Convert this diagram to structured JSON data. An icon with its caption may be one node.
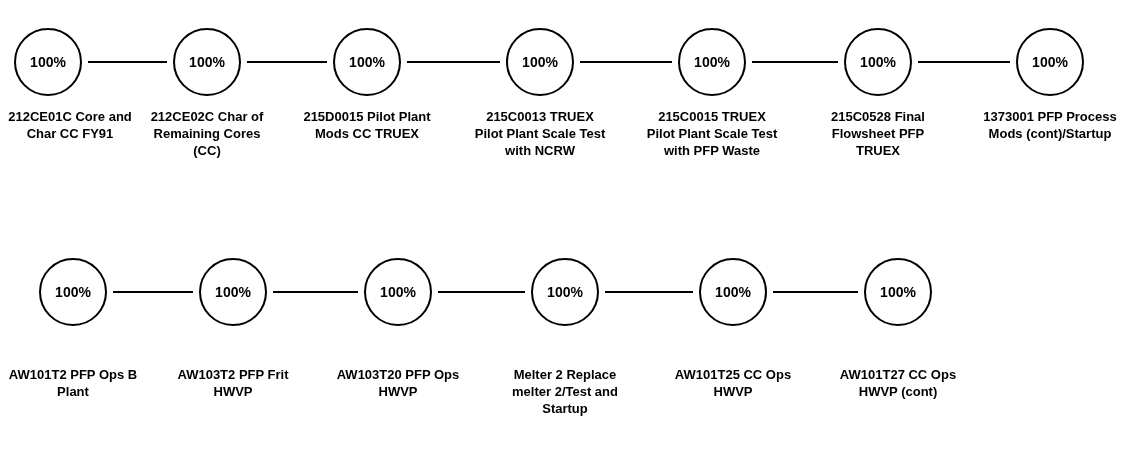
{
  "diagram": {
    "nodes": [
      {
        "text": [
          "100%"
        ],
        "beside": [
          "212CE01C Core and Char CC FY91"
        ]
      },
      {
        "text": [
          "100%"
        ],
        "beside": [
          "212CE02C Char of Remaining Cores (CC)"
        ]
      },
      {
        "text": [
          "100%"
        ],
        "beside": [
          "215D0015 Pilot Plant Mods CC TRUEX"
        ]
      },
      {
        "text": [
          "100%"
        ],
        "beside": [
          "215C0013 TRUEX Pilot Plant Scale Test with NCRW"
        ]
      },
      {
        "text": [
          "100%"
        ],
        "beside": [
          "215C0015 TRUEX Pilot Plant Scale Test with PFP Waste"
        ]
      },
      {
        "text": [
          "100%"
        ],
        "beside": [
          "215C0528 Final Flowsheet PFP TRUEX"
        ]
      },
      {
        "text": [
          "100%"
        ],
        "beside": [
          "1373001 PFP Process Mods (cont)/Startup"
        ]
      },
      {
        "text": [
          "100%"
        ],
        "beside": [
          "AW101T2 PFP Ops B Plant"
        ]
      },
      {
        "text": [
          "100%"
        ],
        "beside": [
          "AW103T2 PFP Frit HWVP"
        ]
      },
      {
        "text": [
          "100%"
        ],
        "beside": [
          "AW103T20 PFP Ops HWVP"
        ]
      },
      {
        "text": [
          "100%"
        ],
        "beside": [
          "Melter 2 Replace melter 2/Test and Startup"
        ]
      },
      {
        "text": [
          "100%"
        ],
        "beside": [
          "AW101T25 CC Ops HWVP"
        ]
      },
      {
        "text": [
          "100%"
        ],
        "beside": [
          "AW101T27 CC Ops HWVP (cont)"
        ]
      }
    ],
    "edges": [
      {
        "from": 0,
        "to": 1,
        "arrow": "none"
      },
      {
        "from": 1,
        "to": 2,
        "arrow": "none"
      },
      {
        "from": 2,
        "to": 3,
        "arrow": "none"
      },
      {
        "from": 3,
        "to": 4,
        "arrow": "none"
      },
      {
        "from": 4,
        "to": 5,
        "arrow": "none"
      },
      {
        "from": 5,
        "to": 6,
        "arrow": "none"
      },
      {
        "from": 7,
        "to": 8,
        "arrow": "none"
      },
      {
        "from": 8,
        "to": 9,
        "arrow": "none"
      },
      {
        "from": 9,
        "to": 10,
        "arrow": "none"
      },
      {
        "from": 10,
        "to": 11,
        "arrow": "none"
      },
      {
        "from": 11,
        "to": 12,
        "arrow": "none"
      }
    ]
  }
}
